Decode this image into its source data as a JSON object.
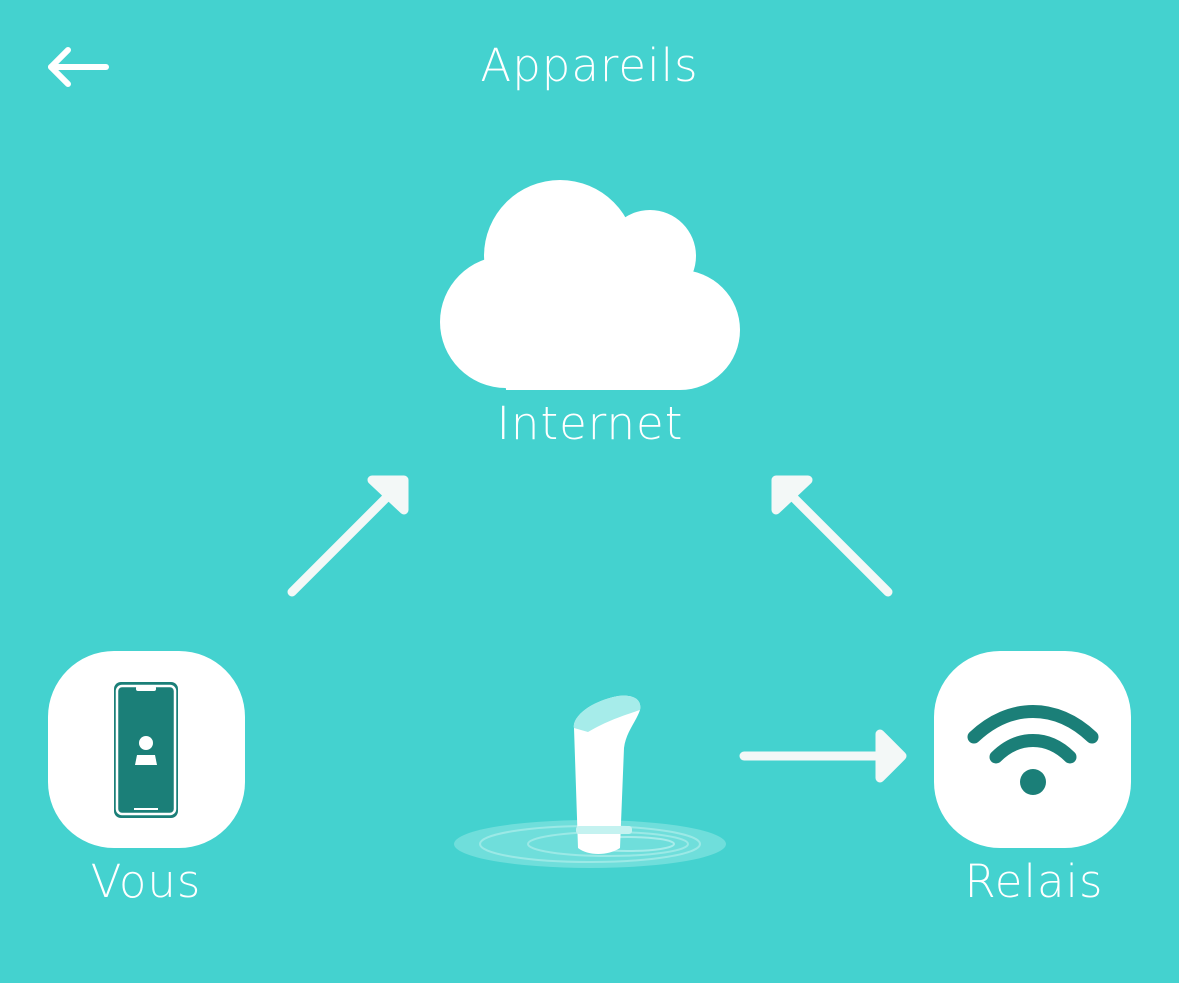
{
  "header": {
    "title": "Appareils",
    "back_icon": "arrow-left-icon"
  },
  "diagram": {
    "internet": {
      "label": "Internet",
      "icon": "cloud-icon"
    },
    "you": {
      "label": "Vous",
      "icon": "smartphone-icon"
    },
    "relay": {
      "label": "Relais",
      "icon": "wifi-icon"
    },
    "sensor": {
      "icon": "water-sensor-icon"
    }
  },
  "colors": {
    "background": "#44D2CF",
    "tile": "#FFFFFF",
    "icon_dark": "#1B7F78",
    "arrow": "#F3F8F7",
    "sensor_water": "#7FE0DD"
  }
}
